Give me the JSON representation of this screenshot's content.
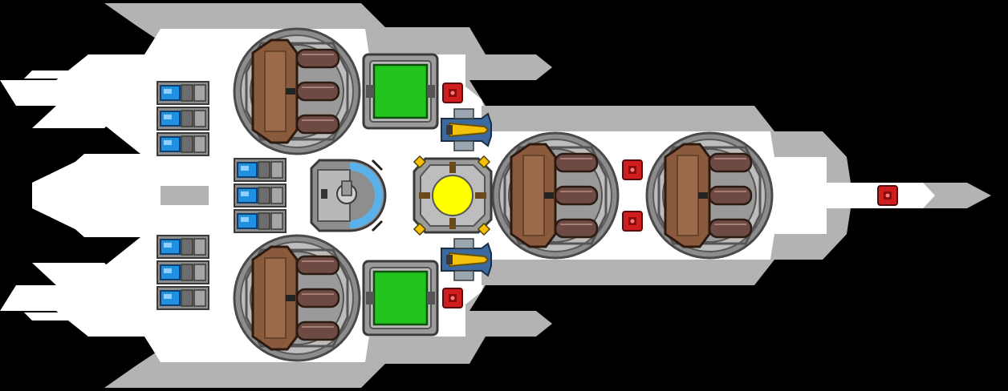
{
  "scene": {
    "type": "spaceship-deck-plan",
    "colors": {
      "background": "#000000",
      "hull_light": "#ffffff",
      "hull_outline": "#b3b3b3",
      "frame": "#6a6a6a",
      "turret_body": "#8a5a3c",
      "turret_barrel": "#6e4a44",
      "panel_green": "#22c41e",
      "core_yellow": "#ffff00",
      "beacon_red": "#d01e1e",
      "thruster_blue": "#1f8fe0",
      "missile_yellow": "#f4c20d"
    },
    "modules": {
      "turret_pods": 4,
      "green_panels": 2,
      "reactor_core": 1,
      "shield_emitter": 1,
      "missile_pods": 2,
      "red_beacons": 5,
      "thruster_banks": 3
    }
  }
}
